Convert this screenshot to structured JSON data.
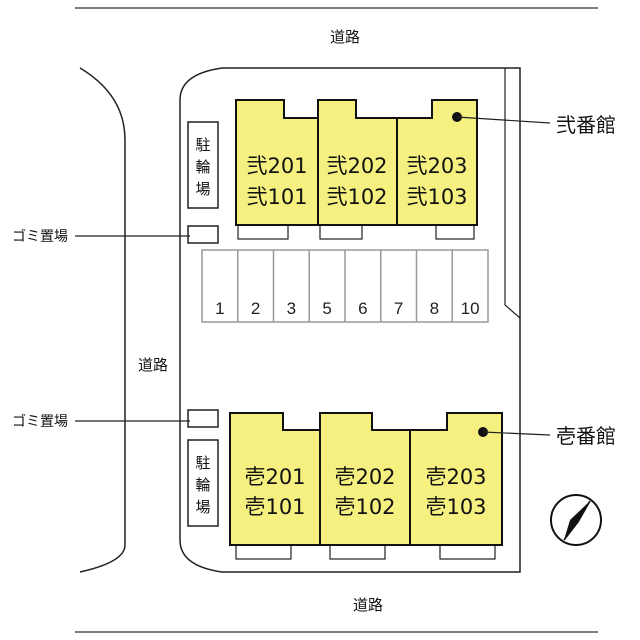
{
  "roads": {
    "top": "道路",
    "left": "道路",
    "bottom": "道路"
  },
  "buildings": [
    {
      "name": "弐番館",
      "units": [
        {
          "upper": "弐201",
          "lower": "弐101"
        },
        {
          "upper": "弐202",
          "lower": "弐102"
        },
        {
          "upper": "弐203",
          "lower": "弐103"
        }
      ]
    },
    {
      "name": "壱番館",
      "units": [
        {
          "upper": "壱201",
          "lower": "壱101"
        },
        {
          "upper": "壱202",
          "lower": "壱102"
        },
        {
          "upper": "壱203",
          "lower": "壱103"
        }
      ]
    }
  ],
  "bicycle_parking": [
    "駐",
    "輪",
    "場"
  ],
  "garbage_area": "ゴミ置場",
  "parking_numbers": [
    "1",
    "2",
    "3",
    "5",
    "6",
    "7",
    "8",
    "10"
  ],
  "colors": {
    "building_fill": "#f5f080",
    "line": "#111111",
    "slot_border": "#999999",
    "background": "#ffffff"
  },
  "icons": {
    "compass": "north-arrow-icon",
    "entrance": "entrance-dot-icon"
  }
}
